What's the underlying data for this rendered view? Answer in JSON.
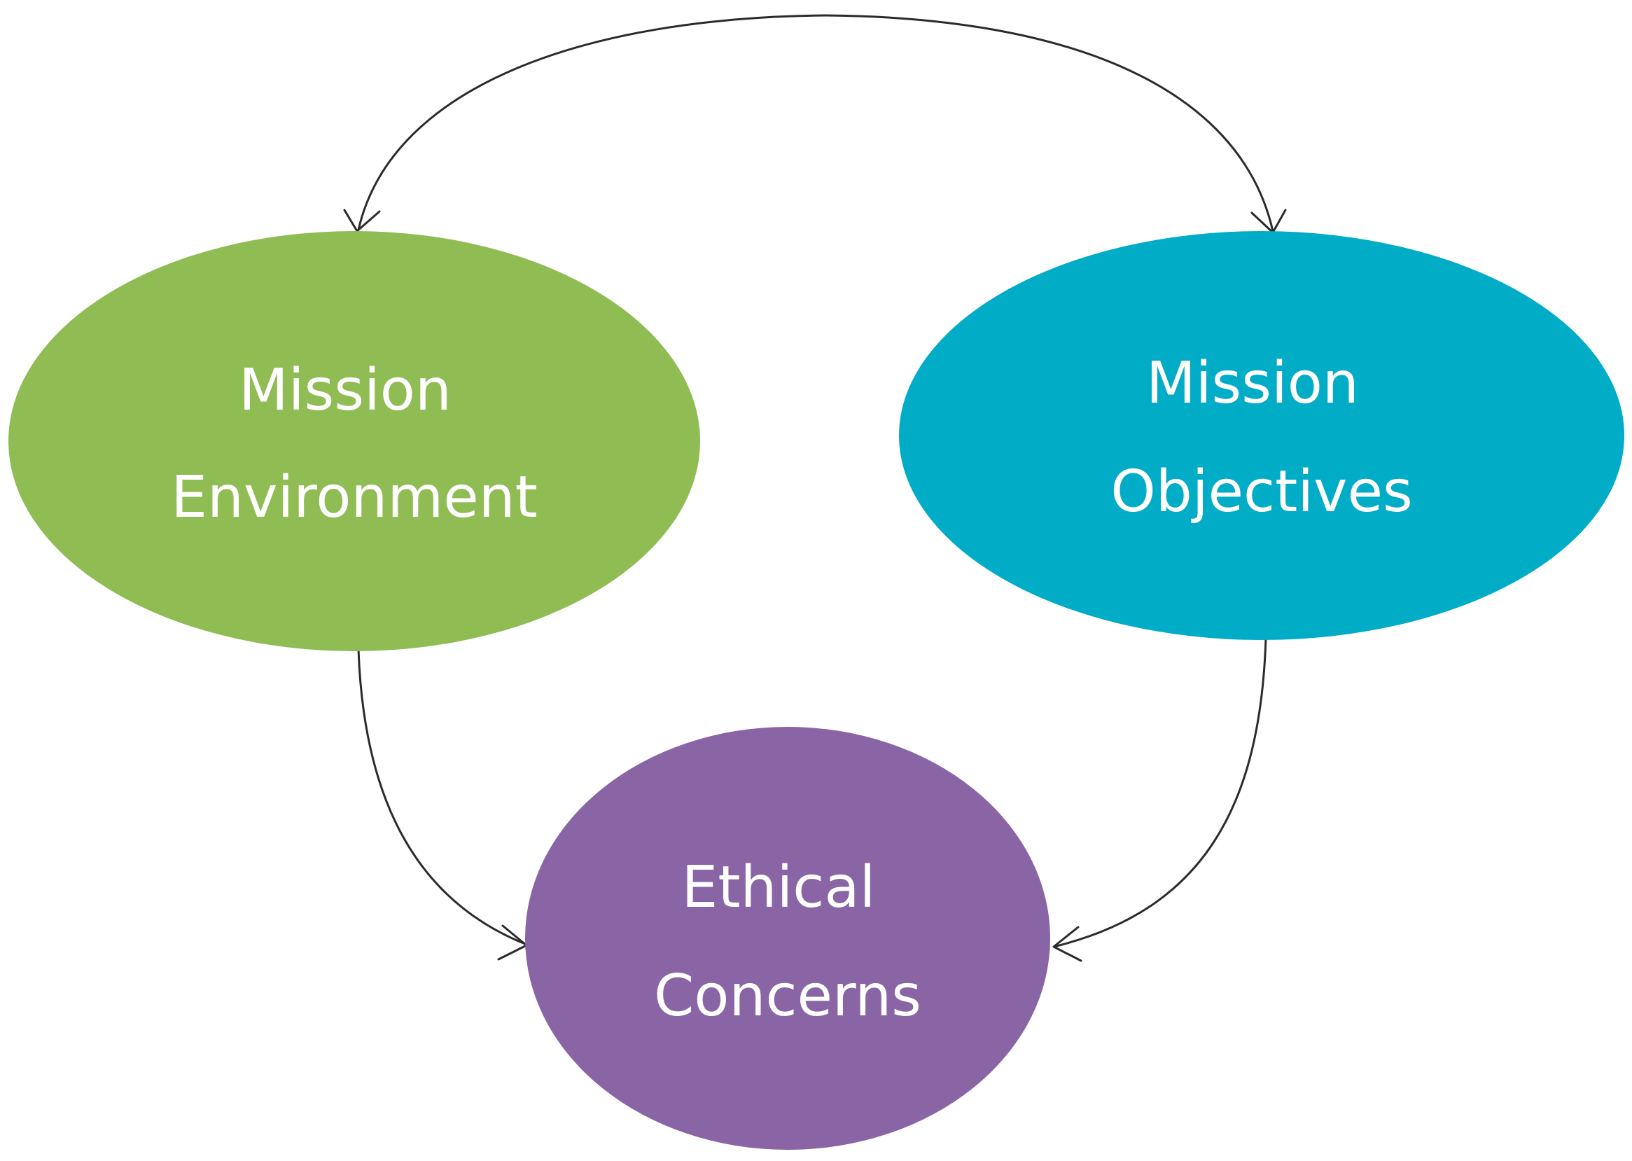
{
  "nodes": {
    "environment": {
      "lines": [
        "Mission",
        "Environment"
      ],
      "color": "#8fbc53"
    },
    "objectives": {
      "lines": [
        "Mission",
        "Objectives"
      ],
      "color": "#00acc6"
    },
    "ethical": {
      "lines": [
        "Ethical",
        "Concerns"
      ],
      "color": "#8a65a5"
    }
  },
  "connector_color": "#2b2b2b"
}
